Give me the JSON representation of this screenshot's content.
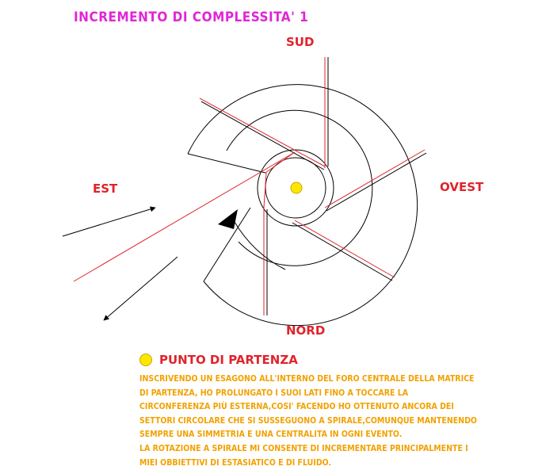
{
  "title": "INCREMENTO DI COMPLESSITA' 1",
  "directions": {
    "sud": "SUD",
    "est": "EST",
    "ovest": "OVEST",
    "nord": "NORD"
  },
  "legend": {
    "label": "PUNTO DI PARTENZA",
    "dot_color": "#ffe600"
  },
  "description": [
    "INSCRIVENDO UN ESAGONO ALL'INTERNO DEL FORO CENTRALE DELLA MATRICE",
    "DI PARTENZA, HO PROLUNGATO I SUOI LATI FINO A TOCCARE LA",
    "CIRCONFERENZA PIù ESTERNA,COSI' FACENDO HO OTTENUTO ANCORA DEI",
    "SETTORI CIRCOLARE CHE SI SUSSEGUONO A SPIRALE,COMUNQUE MANTENENDO",
    "SEMPRE UNA SIMMETRIA E UNA CENTRALITA IN OGNI EVENTO.",
    "LA ROTAZIONE A SPIRALE MI CONSENTE DI INCREMENTARE PRINCIPALMENTE I",
    "MIEI OBBIETTIVI DI ESTASIATICO E DI FLUIDO."
  ],
  "colors": {
    "title": "#e026d6",
    "directions": "#e0232b",
    "description": "#f2a100",
    "lines": "#000000",
    "hexagon_lines": "#e0232b"
  }
}
